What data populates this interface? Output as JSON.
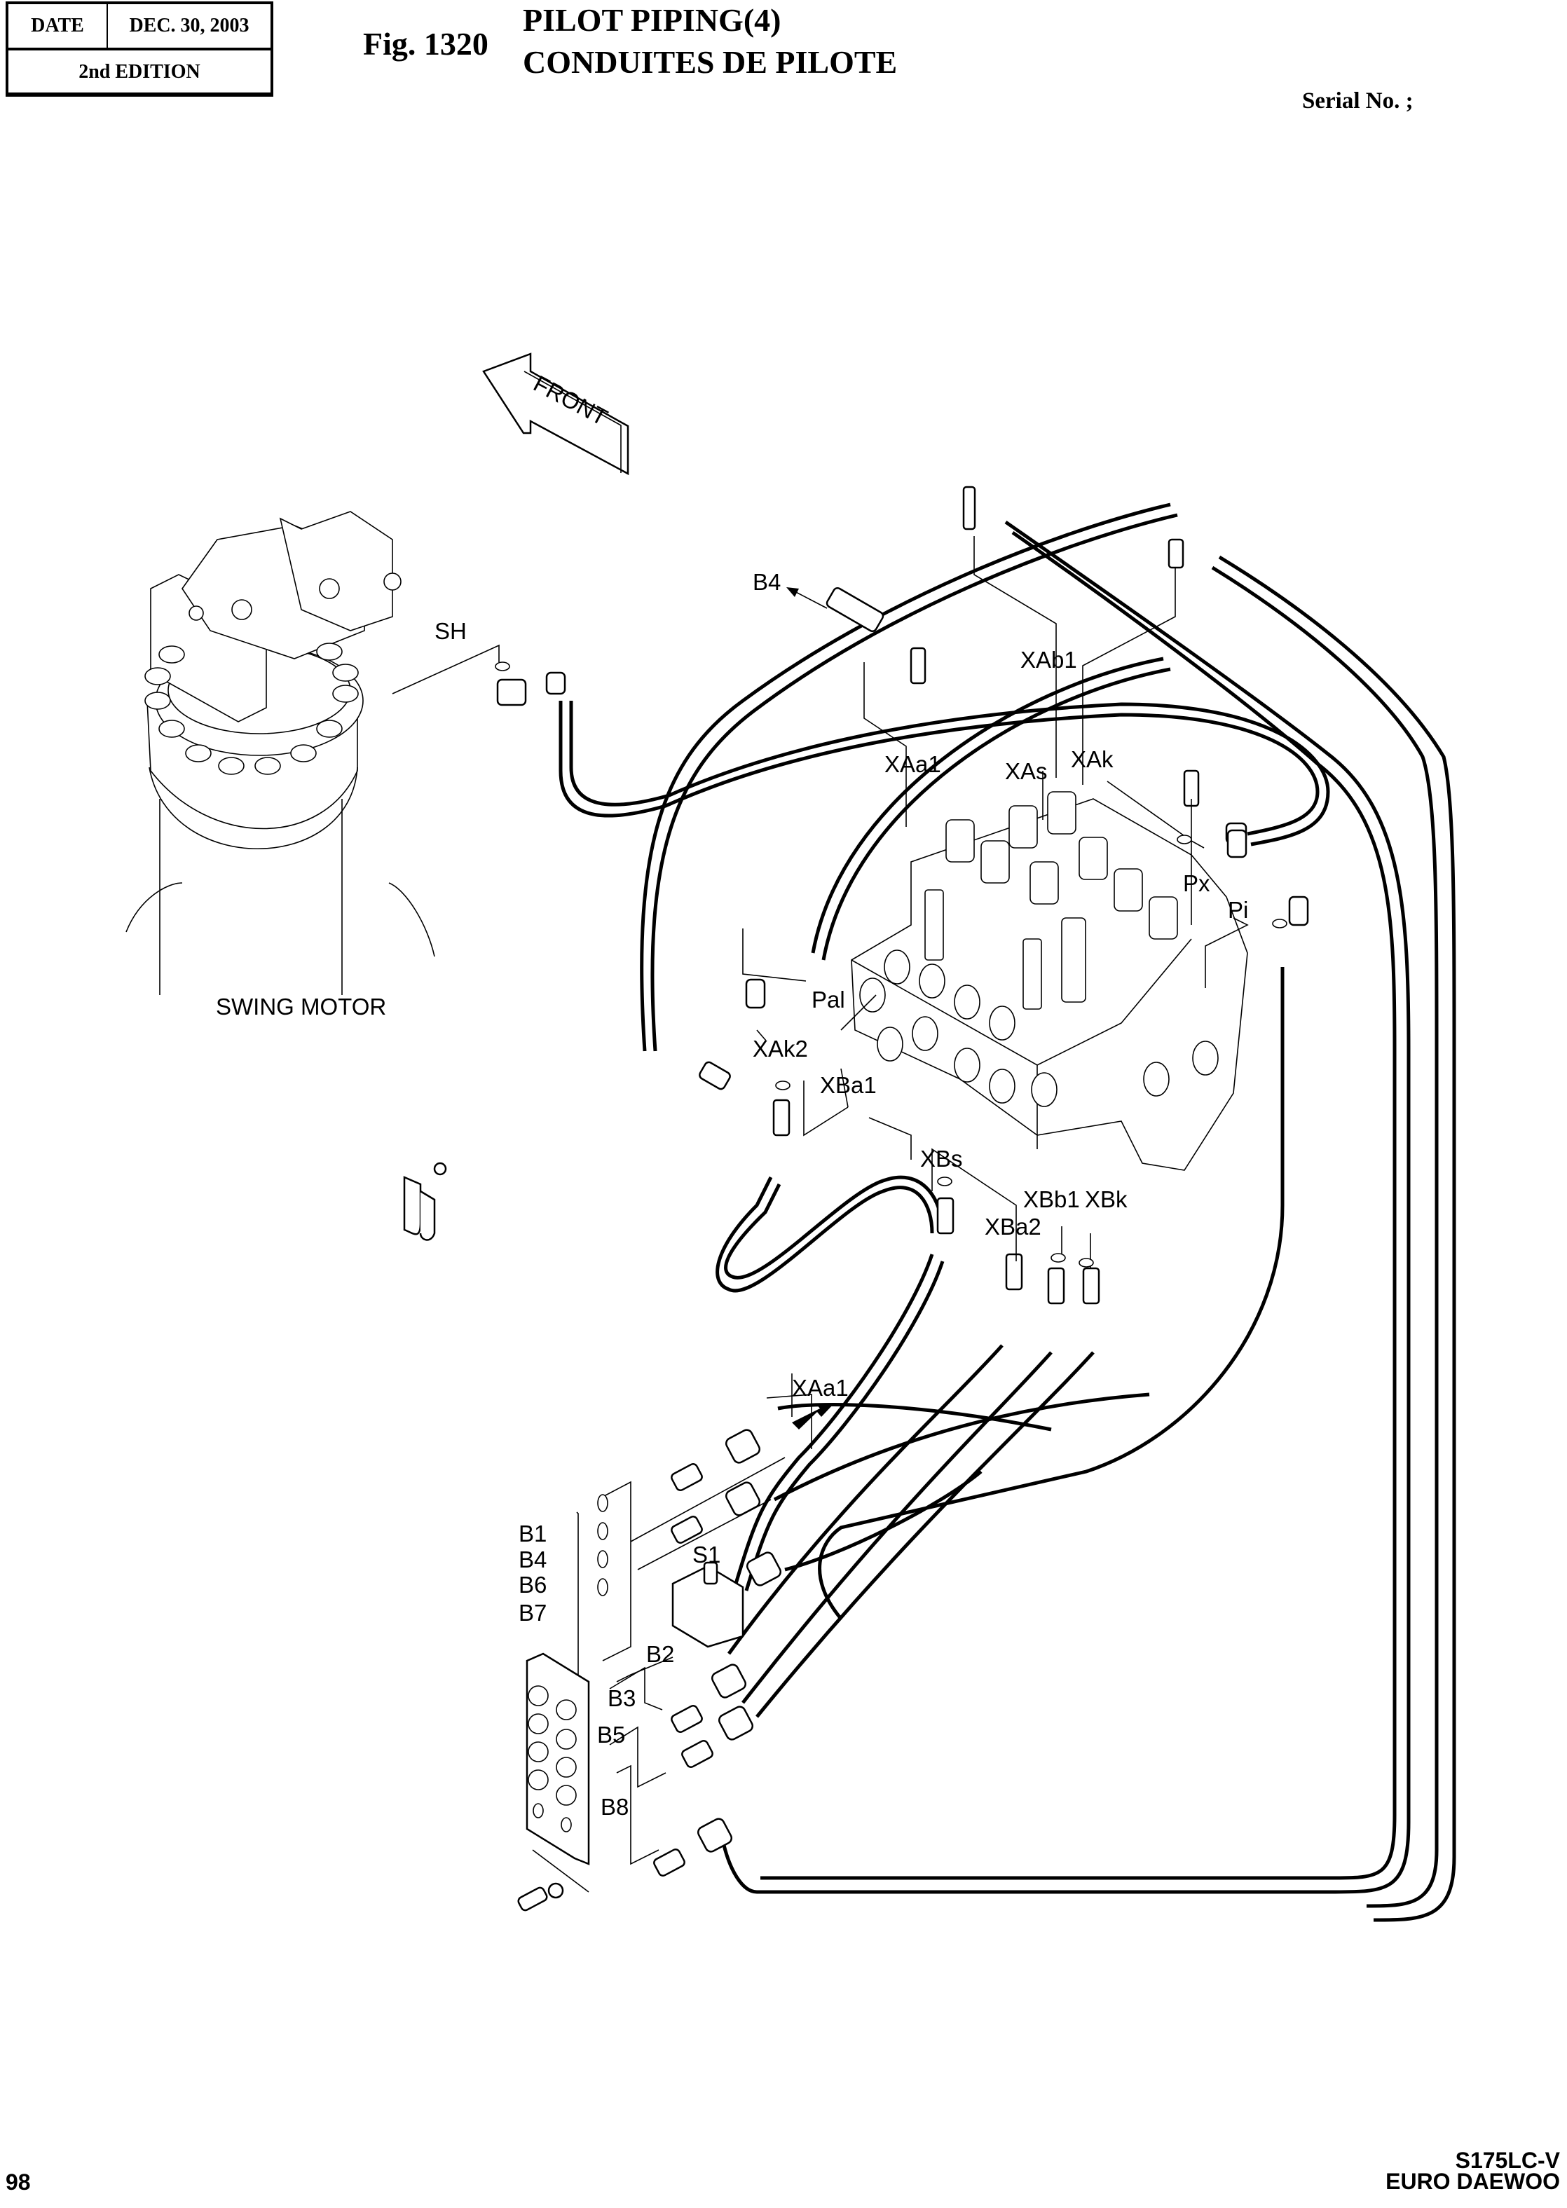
{
  "header": {
    "date_label": "DATE",
    "date_value": "DEC. 30, 2003",
    "edition": "2nd EDITION",
    "figure_number": "Fig. 1320",
    "title_en": "PILOT PIPING(4)",
    "title_fr": "CONDUITES DE PILOTE",
    "serial_label": "Serial No. ;"
  },
  "diagram": {
    "front_arrow": "FRONT",
    "swing_motor_label": "SWING MOTOR",
    "port_labels": {
      "sh": "SH",
      "b4_top": "B4",
      "xab1": "XAb1",
      "xaa1_top": "XAa1",
      "xas": "XAs",
      "xak": "XAk",
      "px": "Px",
      "pi": "Pi",
      "pal": "Pal",
      "xak2": "XAk2",
      "xba1": "XBa1",
      "xbs": "XBs",
      "xbb1": "XBb1",
      "xbk": "XBk",
      "xba2": "XBa2",
      "xaa1_bottom": "XAa1",
      "s1": "S1",
      "b1": "B1",
      "b4": "B4",
      "b6": "B6",
      "b7": "B7",
      "b2": "B2",
      "b3": "B3",
      "b5": "B5",
      "b8": "B8"
    }
  },
  "footer": {
    "page_number": "98",
    "model": "S175LC-V",
    "brand": "EURO DAEWOO"
  }
}
